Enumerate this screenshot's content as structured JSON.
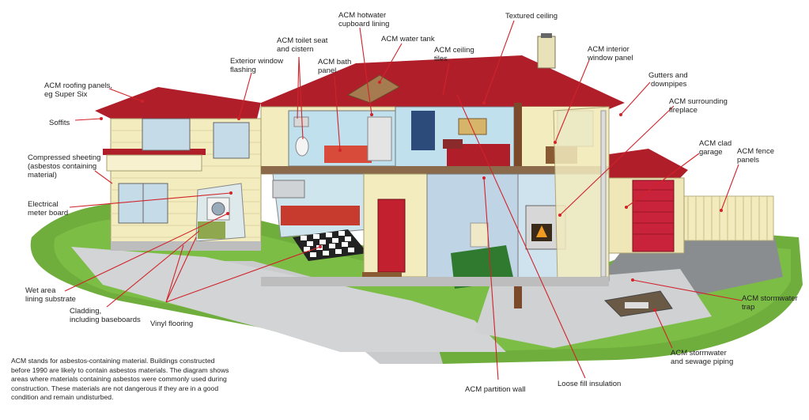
{
  "labels": {
    "roofing": [
      "ACM roofing panels,",
      "eg Super Six"
    ],
    "soffits": [
      "Soffits"
    ],
    "compressed": [
      "Compressed sheeting",
      "(asbestos containing",
      "material)"
    ],
    "meter": [
      "Electrical",
      "meter board"
    ],
    "wetarea": [
      "Wet area",
      "lining substrate"
    ],
    "cladding": [
      "Cladding,",
      "including baseboards"
    ],
    "vinyl": [
      "Vinyl flooring"
    ],
    "window_flashing": [
      "Exterior window",
      "flashing"
    ],
    "toilet": [
      "ACM toilet seat",
      "and cistern"
    ],
    "bath": [
      "ACM bath",
      "panel"
    ],
    "hotwater": [
      "ACM hotwater",
      "cupboard lining"
    ],
    "watertank": [
      "ACM water tank"
    ],
    "ceiling_tiles": [
      "ACM ceiling",
      "tiles"
    ],
    "textured": [
      "Textured ceiling"
    ],
    "interior_window": [
      "ACM interior",
      "window panel"
    ],
    "gutters": [
      "Gutters and",
      "downpipes"
    ],
    "fireplace": [
      "ACM surrounding",
      "fireplace"
    ],
    "garage": [
      "ACM clad",
      "garage"
    ],
    "fence": [
      "ACM fence",
      "panels"
    ],
    "stormwater_trap": [
      "ACM stormwater",
      "trap"
    ],
    "stormwater_pipe": [
      "ACM stormwater",
      "and sewage piping"
    ],
    "loosefill": [
      "Loose fill insulation"
    ],
    "partition": [
      "ACM partition wall"
    ]
  },
  "note": [
    "ACM stands for asbestos-containing material. Buildings constructed",
    "before 1990 are likely to contain asbestos materials. The diagram shows",
    "areas where materials containing asbestos were commonly used during",
    "construction. These materials are not dangerous if they are in a good",
    "condition and remain undisturbed."
  ],
  "colors": {
    "leader": "#d1232a",
    "roof": "#b01e2a",
    "cladding": "#f3ecbf",
    "lawn": "#6fae3c",
    "path": "#c9cbcc"
  }
}
